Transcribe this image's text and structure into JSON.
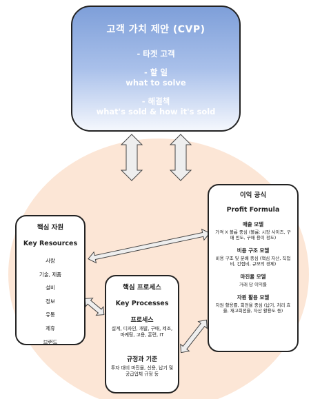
{
  "cvp": {
    "title": "고객 가치 제안 (CVP)",
    "target": "- 타겟 고객",
    "job": "- 할 일",
    "job_en": "what to solve",
    "solution": "- 해결책",
    "solution_en": "what's sold & how it's sold"
  },
  "key_resources": {
    "title_ko": "핵심 자원",
    "title_en": "Key Resources",
    "items": [
      "사람",
      "기술, 제품",
      "설비",
      "정보",
      "유통",
      "제휴",
      "브랜드"
    ]
  },
  "key_processes": {
    "title_ko": "핵심 프로세스",
    "title_en": "Key Processes",
    "processes_label": "프로세스",
    "processes_desc": "설계, 디자인, 개발, 구매, 제조, 마케팅, 고용, 훈련, IT",
    "rules_label": "규정과 기준",
    "rules_desc": "투자 대비 마진율, 신용, 납기 및 공급업체 규정 등"
  },
  "profit_formula": {
    "title_ko": "이익 공식",
    "title_en": "Profit Formula",
    "revenue_label": "매출 모델",
    "revenue_desc": "가격 X 볼륨 중심 (볼륨: 시장 사이즈, 구매 빈도, 구매 용이 정도)",
    "cost_label": "비용 구조 모델",
    "cost_desc": "비용 구조 및 분배 중심 (핵심 자산, 직접비, 간접비, 규모의 경제)",
    "margin_label": "마진율 모델",
    "margin_desc": "거래 당 이익률",
    "velocity_label": "자원 활용 모델",
    "velocity_desc": "자원 활용률, 회전율 중심 (납기, 처리 효율, 재고회전율, 자산 활용도 등)"
  },
  "colors": {
    "cvp_top": "#7e9fd9",
    "background_circle": "#fce6d6",
    "arrow_fill": "#eeeeee",
    "border": "#222222"
  }
}
